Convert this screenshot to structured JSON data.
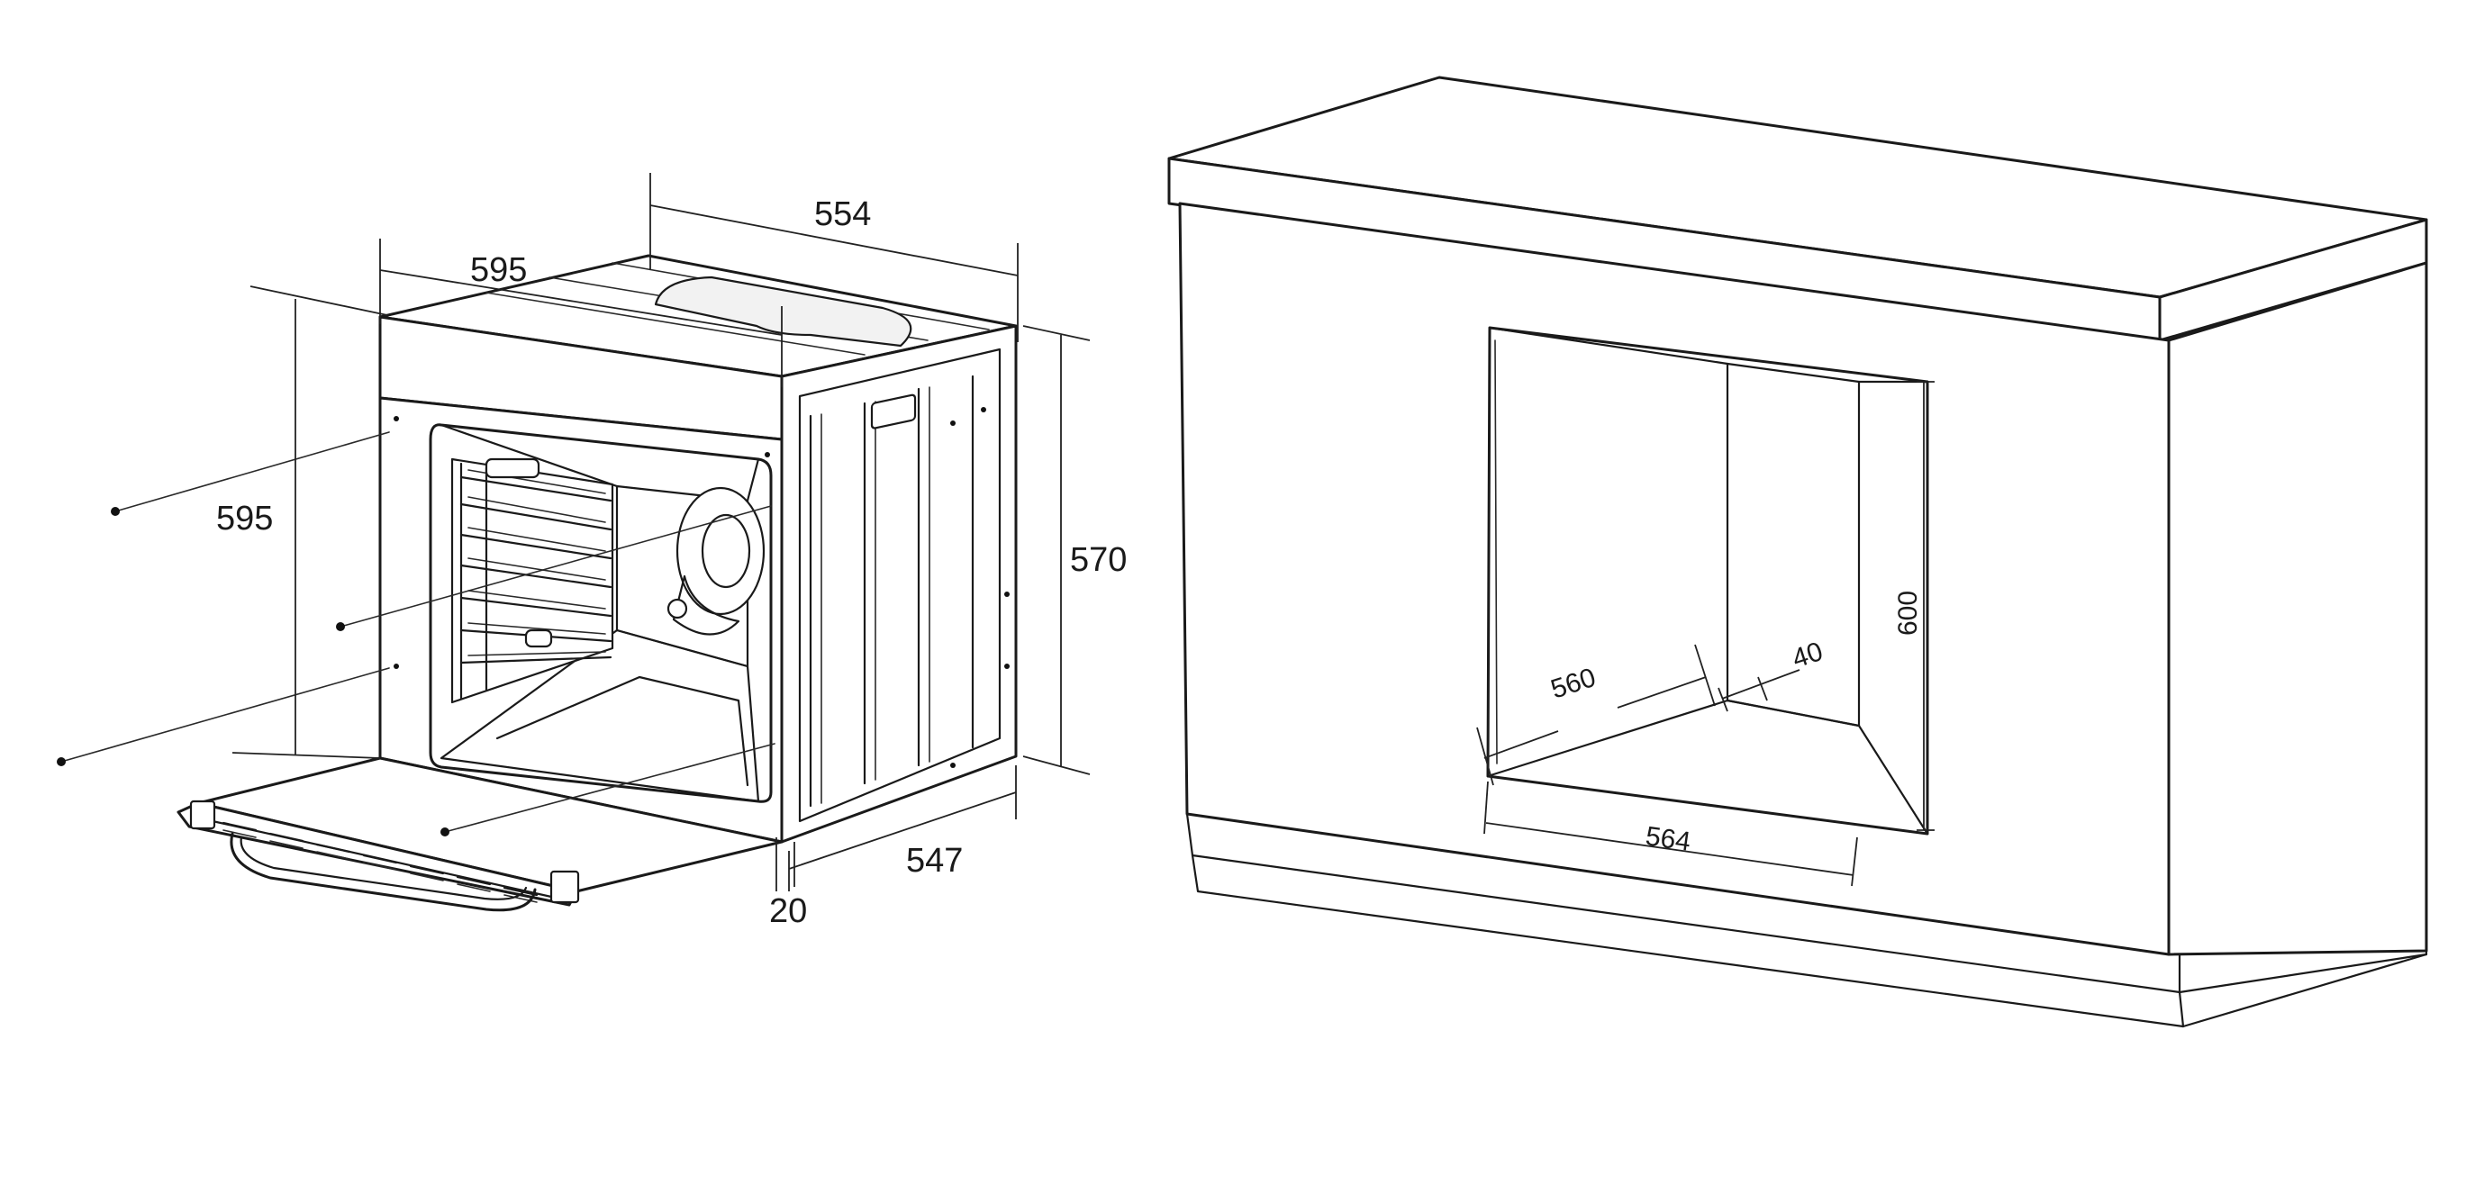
{
  "oven_dimensions": {
    "width_top": "595",
    "depth_top": "554",
    "height_front": "595",
    "height_side": "570",
    "depth_side": "547",
    "door_offset": "20"
  },
  "cabinet_dimensions": {
    "niche_depth": "560",
    "rear_gap": "40",
    "niche_height": "600",
    "niche_width": "564"
  }
}
